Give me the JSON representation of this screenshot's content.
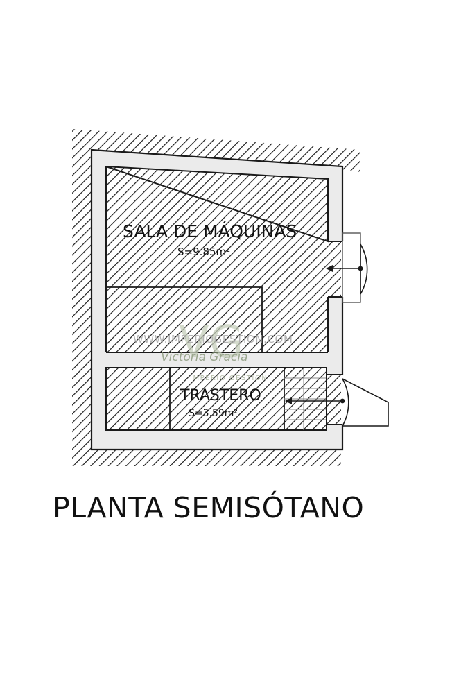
{
  "rooms": {
    "sala": {
      "name": "SALA DE MÁQUINAS",
      "area": "S=9.85m²"
    },
    "trastero": {
      "name": "TRASTERO",
      "area": "S=3.59m²"
    }
  },
  "watermark": {
    "url": "WWW.IMPERIOGESTION.COM",
    "brand": "IMPERIO GESTION",
    "monogram": "VG",
    "signature": "Victoria Gracia"
  },
  "title": "PLANTA SEMISÓTANO",
  "colors": {
    "wall_fill": "#ebebeb",
    "line": "#1a1a1a",
    "watermark": "#a9b79a"
  }
}
